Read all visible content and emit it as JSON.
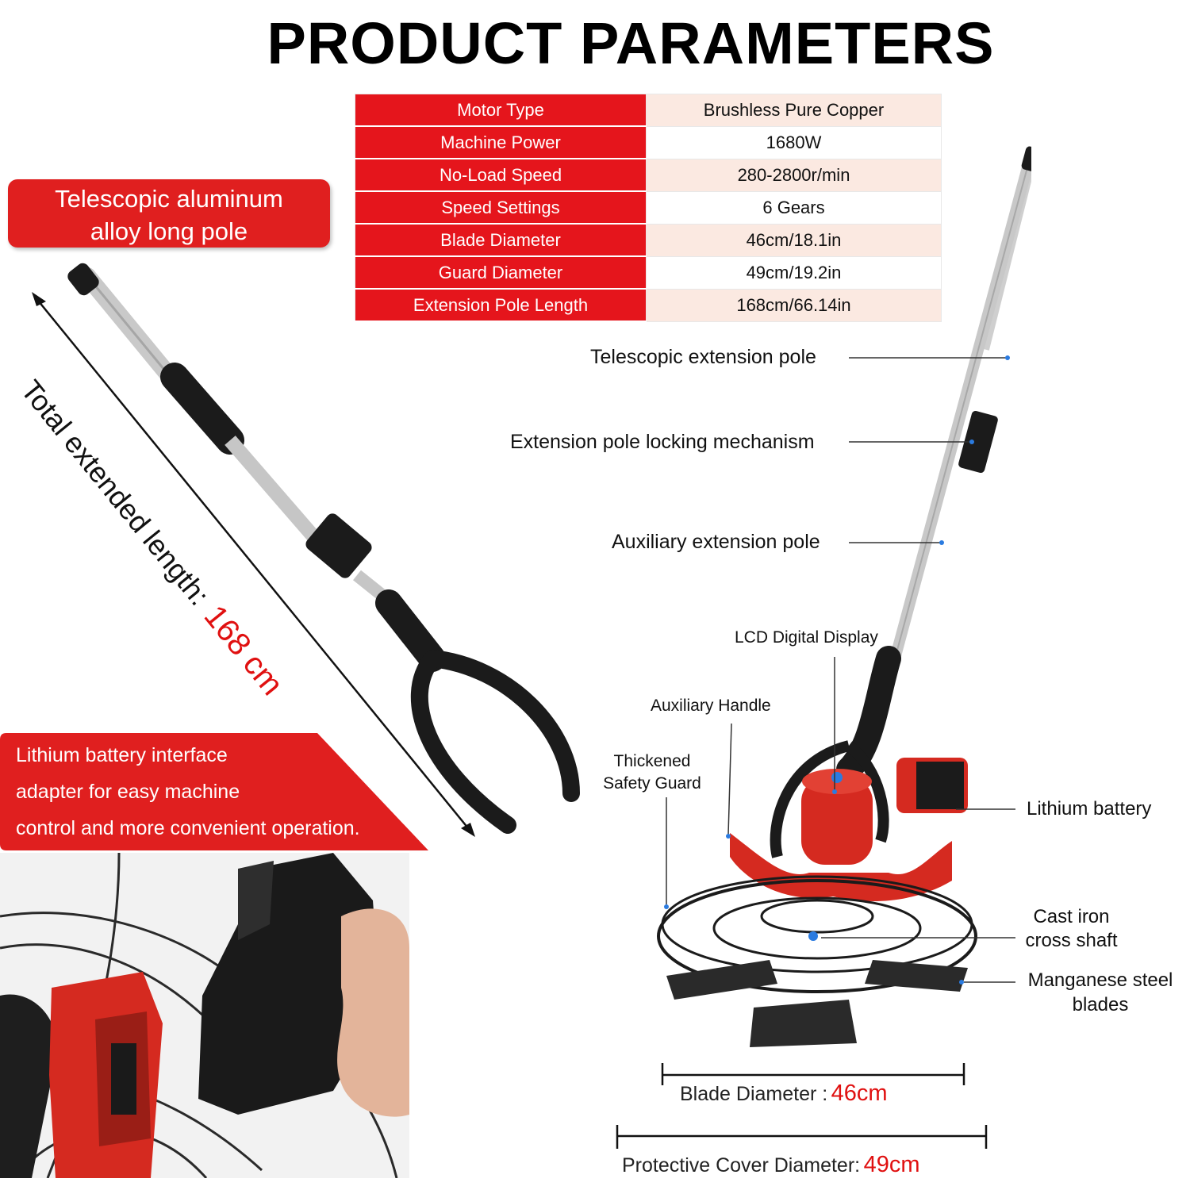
{
  "title": "PRODUCT PARAMETERS",
  "specs": [
    {
      "label": "Motor Type",
      "value": "Brushless Pure Copper"
    },
    {
      "label": "Machine Power",
      "value": "1680W"
    },
    {
      "label": "No-Load Speed",
      "value": "280-2800r/min"
    },
    {
      "label": "Speed Settings",
      "value": "6 Gears"
    },
    {
      "label": "Blade Diameter",
      "value": "46cm/18.1in"
    },
    {
      "label": "Guard Diameter",
      "value": "49cm/19.2in"
    },
    {
      "label": "Extension Pole Length",
      "value": "168cm/66.14in"
    }
  ],
  "banner_pole": {
    "line1": "Telescopic aluminum",
    "line2": "alloy long pole"
  },
  "total_length": {
    "label": "Total extended length:",
    "value": "168 cm"
  },
  "banner_battery": {
    "line1": "Lithium battery interface",
    "line2": "adapter for easy machine",
    "line3": "control and more convenient operation."
  },
  "callouts": {
    "telescopic_pole": "Telescopic extension pole",
    "locking": "Extension pole locking mechanism",
    "auxiliary_pole": "Auxiliary extension pole",
    "lcd": "LCD Digital Display",
    "aux_handle": "Auxiliary Handle",
    "guard_line1": "Thickened",
    "guard_line2": "Safety Guard",
    "battery": "Lithium battery",
    "shaft_line1": "Cast iron",
    "shaft_line2": "cross shaft",
    "blades_line1": "Manganese steel",
    "blades_line2": "blades"
  },
  "blade_dim": {
    "label": "Blade Diameter :",
    "value": "46cm"
  },
  "cover_dim": {
    "label": "Protective Cover Diameter:",
    "value": "49cm"
  },
  "colors": {
    "accent_red": "#e01f1f",
    "table_value_bg": "#fbe9e1"
  }
}
